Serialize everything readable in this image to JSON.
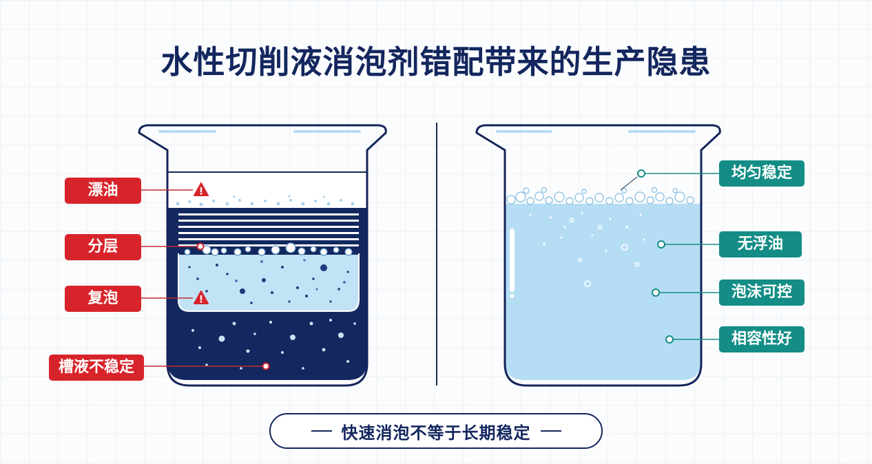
{
  "title": "水性切削液消泡剂错配带来的生产隐患",
  "left_beaker": {
    "labels": [
      "漂油",
      "分层",
      "复泡",
      "槽液不稳定"
    ]
  },
  "right_beaker": {
    "labels": [
      "均匀稳定",
      "无浮油",
      "泡沫可控",
      "相容性好"
    ]
  },
  "footer": "快速消泡不等于长期稳定",
  "colors": {
    "title": "#13265e",
    "warning_red": "#d7242a",
    "good_teal": "#138d85",
    "dark_liquid": "#12285f",
    "light_liquid": "#b5def5"
  }
}
